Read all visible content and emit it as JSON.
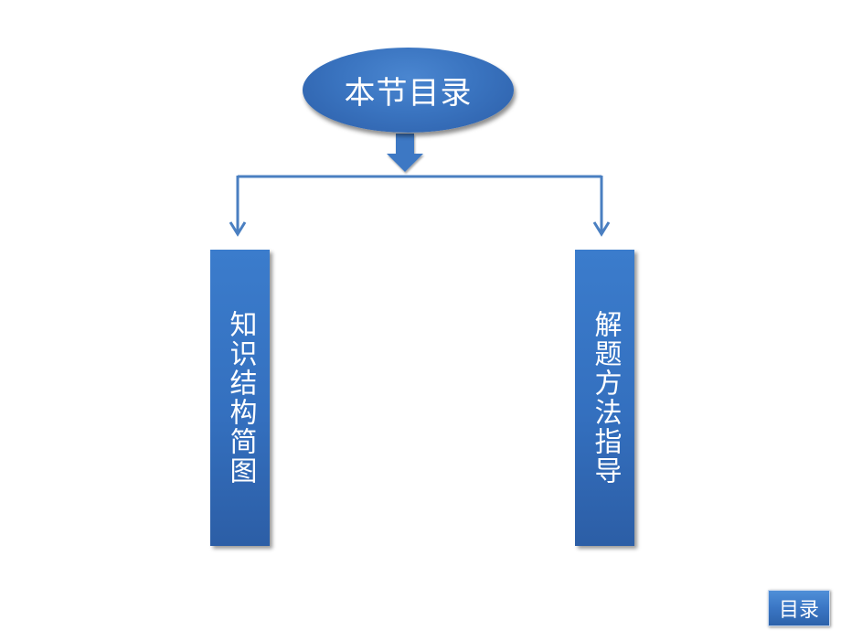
{
  "diagram": {
    "title": "本节目录",
    "branches": [
      {
        "label": "知识结构简图"
      },
      {
        "label": "解题方法指导"
      }
    ]
  },
  "nav": {
    "catalog_label": "目录"
  },
  "colors": {
    "node_fill": "#3a74c0",
    "connector": "#4a7fc1",
    "text": "#ffffff"
  }
}
